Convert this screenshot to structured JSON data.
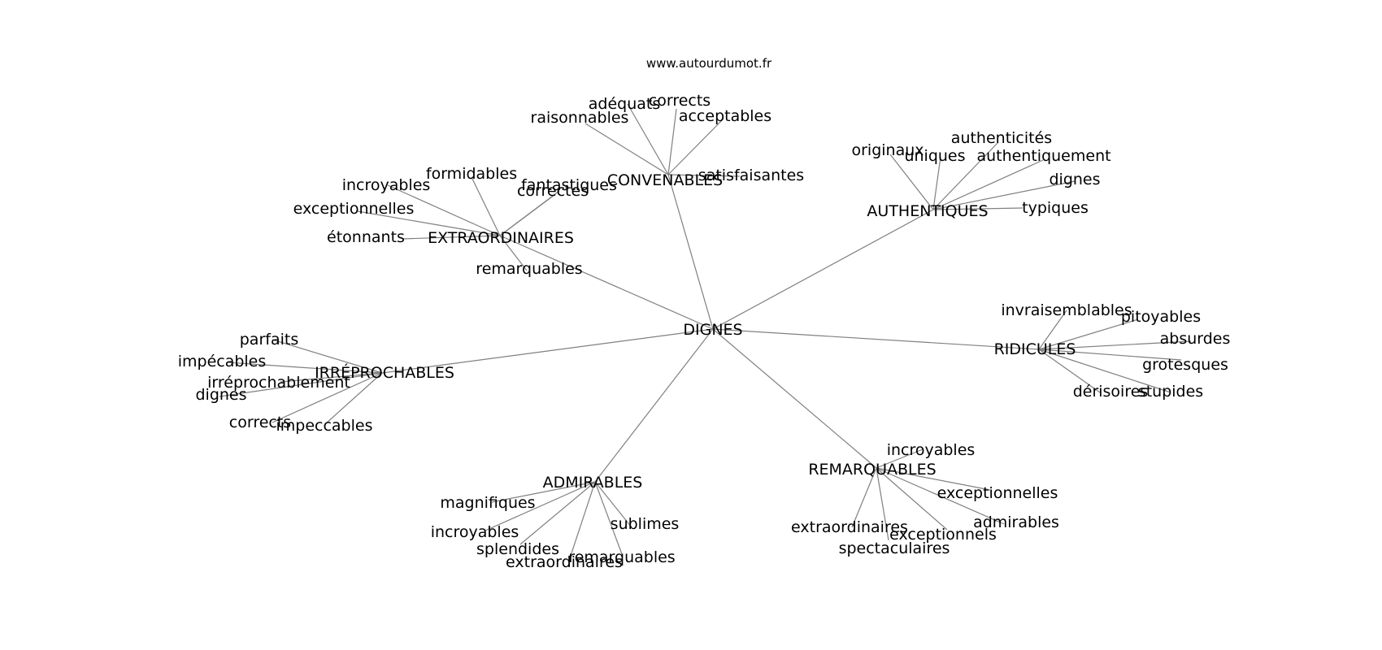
{
  "source": "www.autourdumot.fr",
  "graph": {
    "center": "DIGNES",
    "clusters": [
      {
        "hub": "CONVENABLES",
        "leaves": [
          "raisonnables",
          "adéquats",
          "corrects",
          "acceptables",
          "satisfaisantes"
        ]
      },
      {
        "hub": "AUTHENTIQUES",
        "leaves": [
          "originaux",
          "uniques",
          "authenticités",
          "authentiquement",
          "dignes",
          "typiques"
        ]
      },
      {
        "hub": "EXTRAORDINAIRES",
        "leaves": [
          "incroyables",
          "formidables",
          "fantastiques",
          "correctes",
          "exceptionnelles",
          "étonnants",
          "remarquables"
        ]
      },
      {
        "hub": "RIDICULES",
        "leaves": [
          "invraisemblables",
          "pitoyables",
          "absurdes",
          "grotesques",
          "dérisoires",
          "stupides"
        ]
      },
      {
        "hub": "IRRÉPROCHABLES",
        "leaves": [
          "parfaits",
          "impécables",
          "irréprochablement",
          "dignes",
          "corrects",
          "impeccables"
        ]
      },
      {
        "hub": "ADMIRABLES",
        "leaves": [
          "magnifiques",
          "incroyables",
          "splendides",
          "extraordinaires",
          "remarquables",
          "sublimes"
        ]
      },
      {
        "hub": "REMARQUABLES",
        "leaves": [
          "incroyables",
          "exceptionnelles",
          "admirables",
          "exceptionnels",
          "extraordinaires",
          "spectaculaires"
        ]
      }
    ]
  },
  "colors": {
    "edge": "#808080",
    "text": "#000000",
    "background": "#ffffff"
  }
}
